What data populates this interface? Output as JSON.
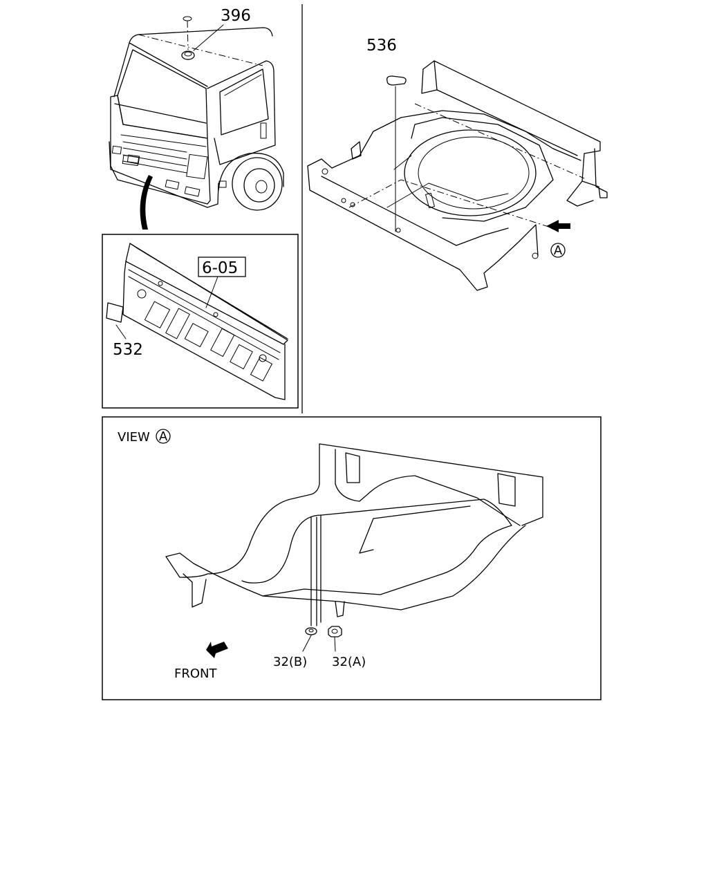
{
  "labels": {
    "part_396": "396",
    "part_536": "536",
    "part_532": "532",
    "ref_6_05": "6-05",
    "view_word": "VIEW",
    "view_marker": "A",
    "marker_a": "A",
    "part_32b": "32(B)",
    "part_32a": "32(A)",
    "front": "FRONT"
  },
  "icons": {
    "circle_marker": "circled-letter-icon",
    "arrow": "direction-arrow-icon"
  }
}
